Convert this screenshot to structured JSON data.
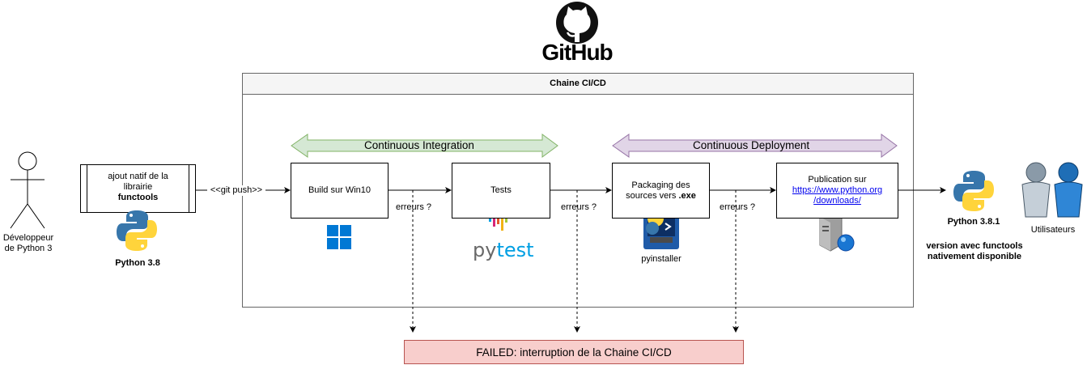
{
  "logo": {
    "text": "GitHub",
    "icon": "github-octocat-icon"
  },
  "container": {
    "title": "Chaine CI/CD"
  },
  "phases": {
    "ci": {
      "label": "Continuous Integration",
      "color": "#d5e8d4",
      "stroke": "#82b366"
    },
    "cd": {
      "label": "Continuous Deployment",
      "color": "#e1d5e7",
      "stroke": "#9673a6"
    }
  },
  "developer": {
    "label_line1": "Développeur",
    "label_line2": "de Python 3"
  },
  "library": {
    "line1": "ajout natif de la",
    "line2": "librairie",
    "line3": "functools",
    "version": "Python 3.8"
  },
  "edges": {
    "git_push": "<<git push>>",
    "errors": "erreurs ?"
  },
  "steps": {
    "build": {
      "label": "Build sur Win10"
    },
    "tests": {
      "label": "Tests",
      "logo_py": "py",
      "logo_test": "test"
    },
    "packaging": {
      "line1": "Packaging des",
      "line2_prefix": "sources vers ",
      "line2_bold": ".exe",
      "tool": "pyinstaller"
    },
    "publication": {
      "line1": "Publication sur",
      "link_line1": "https://www.python.org",
      "link_line2": "/downloads/"
    }
  },
  "release": {
    "version": "Python 3.8.1",
    "note_line1": "version avec functools",
    "note_line2": "nativement disponible"
  },
  "users": {
    "label": "Utilisateurs"
  },
  "failed": {
    "label": "FAILED: interruption de la Chaine CI/CD"
  }
}
